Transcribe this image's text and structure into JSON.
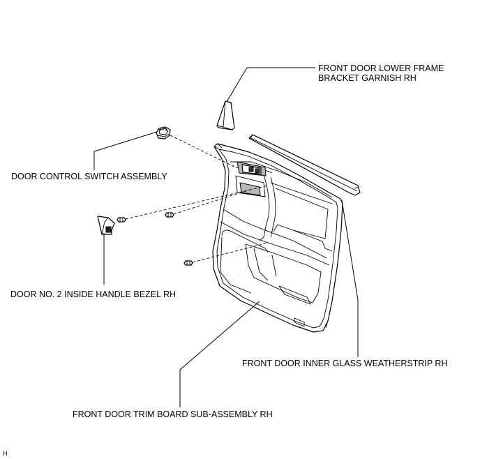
{
  "labels": {
    "garnish_line1": "FRONT DOOR LOWER FRAME",
    "garnish_line2": "BRACKET GARNISH RH",
    "switch": "DOOR CONTROL SWITCH ASSEMBLY",
    "bezel": "DOOR NO. 2 INSIDE HANDLE BEZEL RH",
    "weatherstrip": "FRONT DOOR INNER GLASS WEATHERSTRIP RH",
    "trim_board": "FRONT DOOR TRIM BOARD SUB-ASSEMBLY RH",
    "corner_code": "H"
  }
}
